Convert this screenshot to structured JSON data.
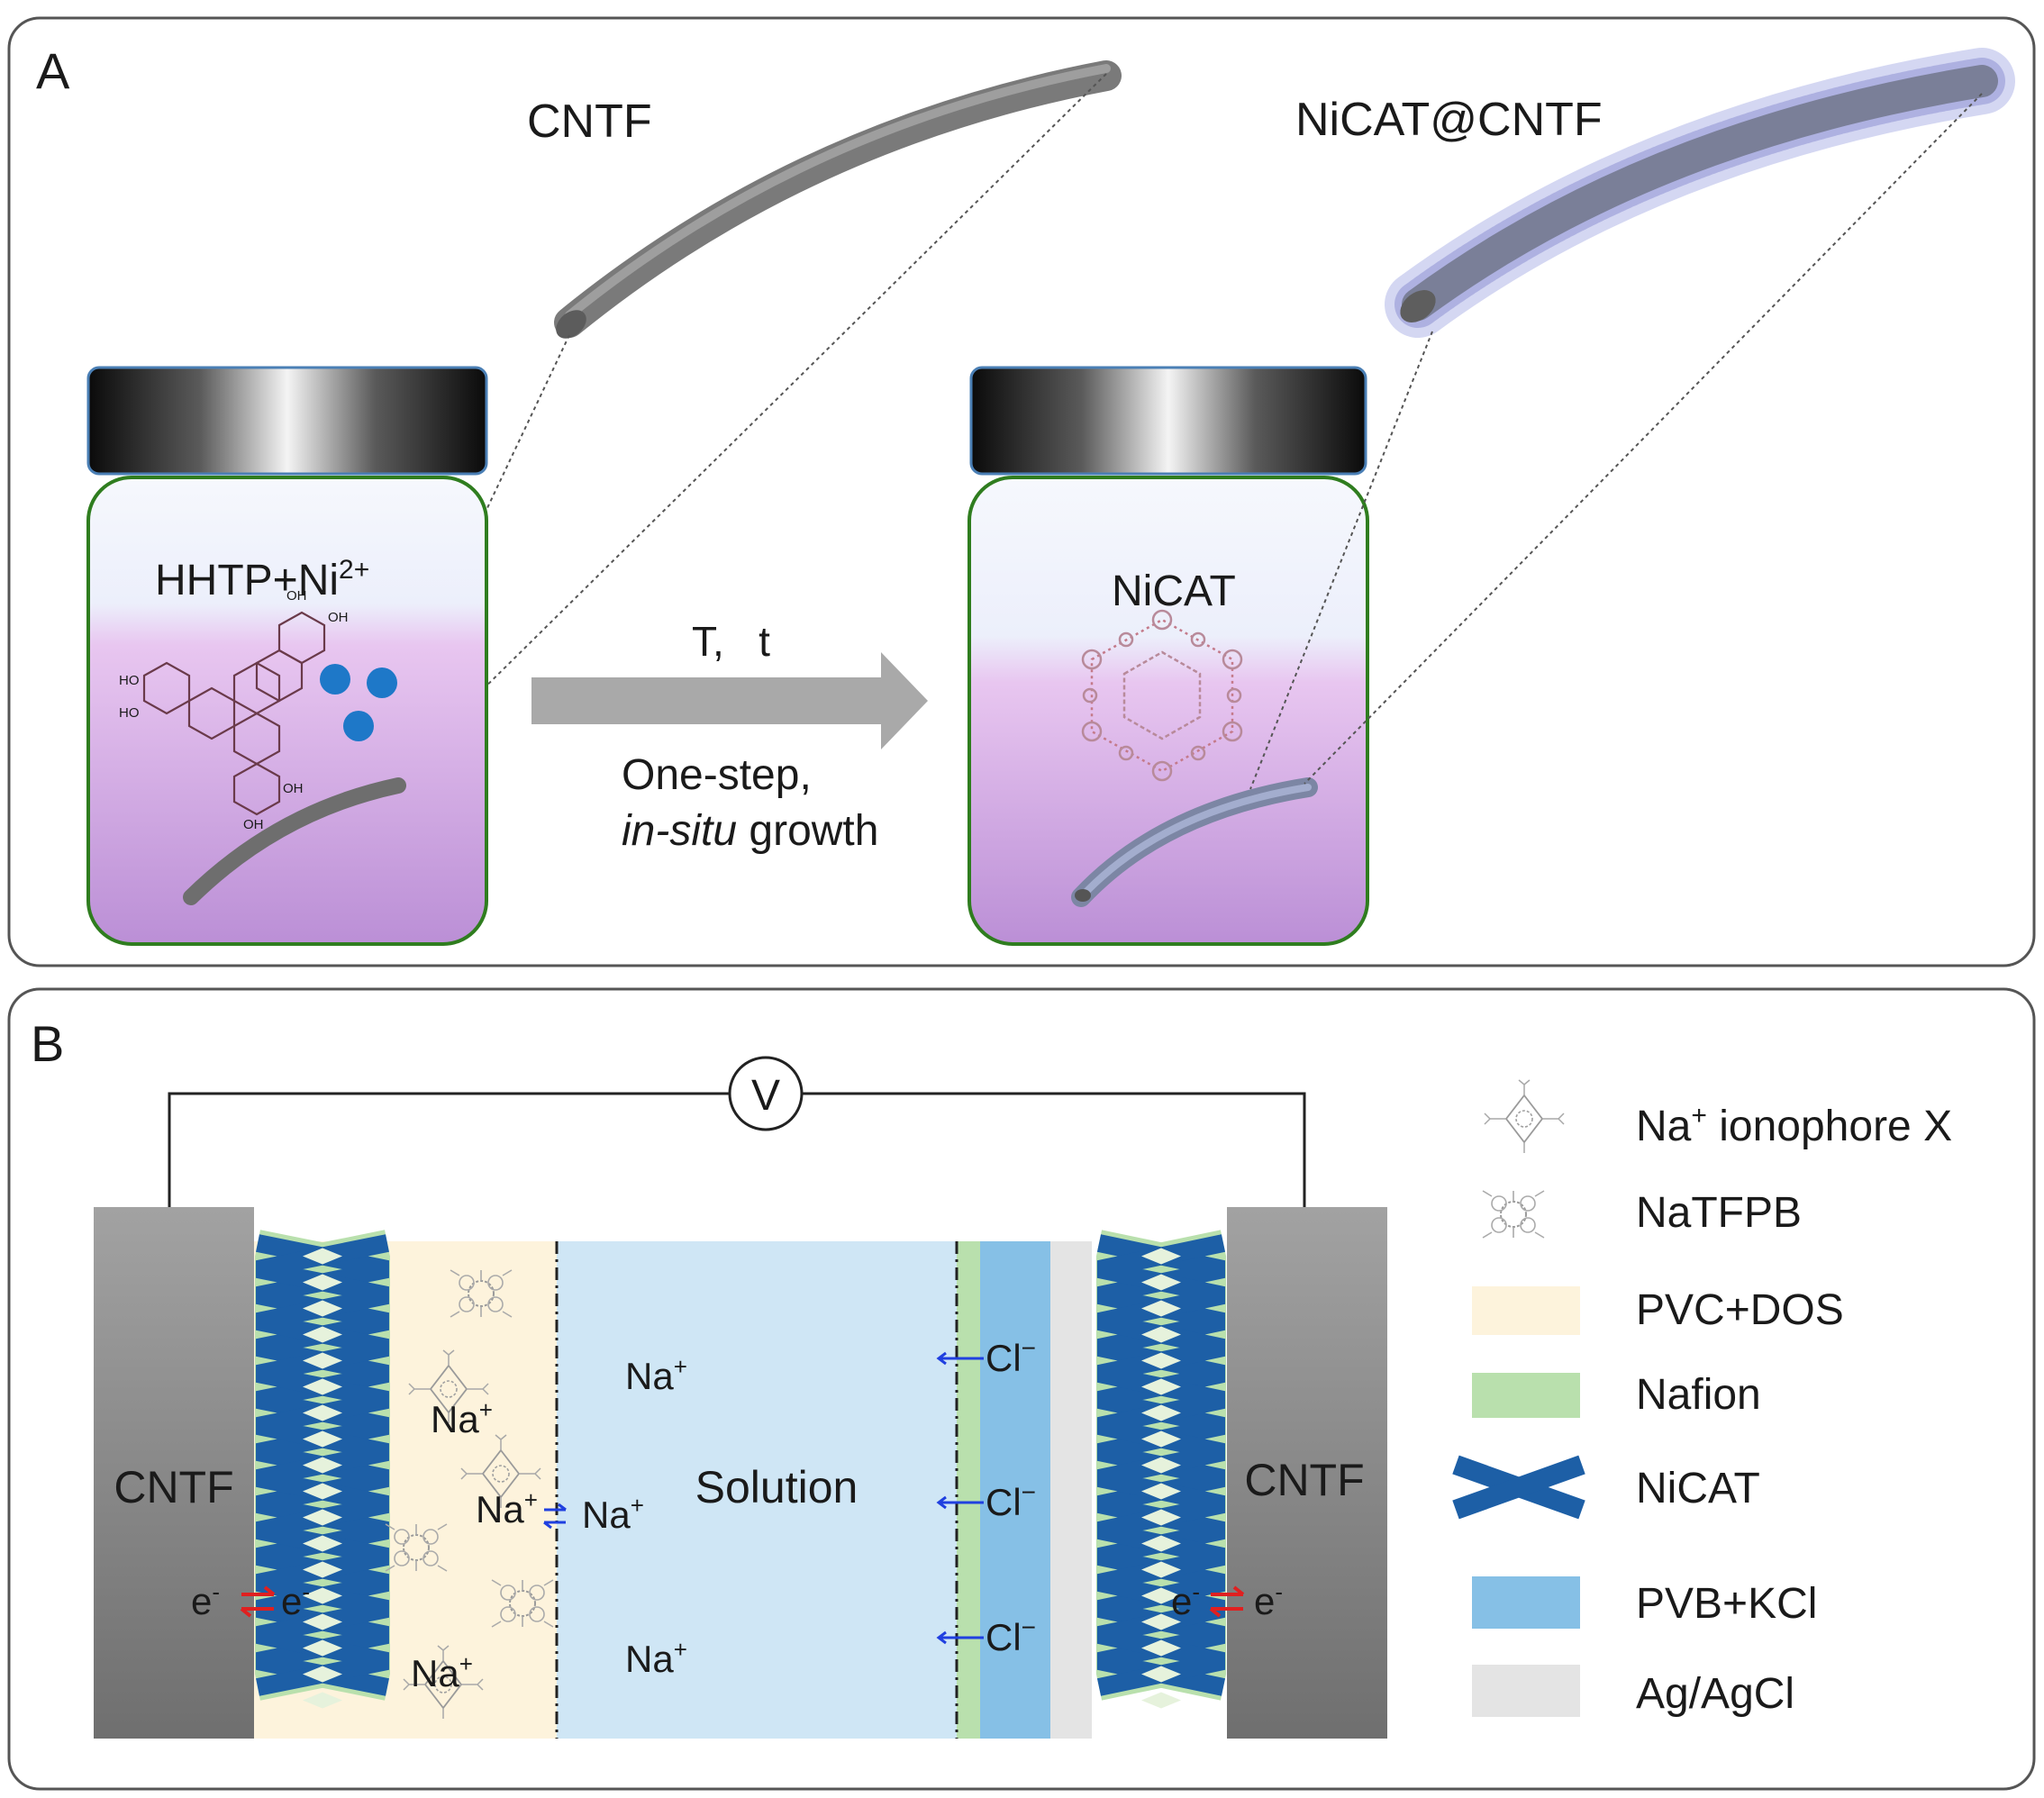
{
  "panel_a": {
    "letter": "A",
    "cntf_label": "CNTF",
    "nicat_cntf_label": "NiCAT@CNTF",
    "jar_left_label": "HHTP+Ni",
    "jar_left_sup": "2+",
    "jar_right_label": "NiCAT",
    "arrow_top": "T,   t",
    "arrow_bottom_1": "One-step,",
    "arrow_bottom_2_italic": "in-situ",
    "arrow_bottom_2_rest": " growth",
    "oh_label": "OH",
    "ho_label": "HO"
  },
  "panel_b": {
    "letter": "B",
    "voltmeter": "V",
    "left_electrode": "CNTF",
    "right_electrode": "CNTF",
    "solution": "Solution",
    "na": "Na",
    "plus": "+",
    "cl": "Cl",
    "minus": "−",
    "e": "e",
    "e_sup": "-"
  },
  "legend": [
    {
      "pre": "Na",
      "sup": "+",
      "post": " ionophore X",
      "swatch": "ionophore"
    },
    {
      "pre": "NaTFPB",
      "sup": "",
      "post": "",
      "swatch": "tfpb"
    },
    {
      "pre": "PVC+DOS",
      "sup": "",
      "post": "",
      "swatch": "#fdf3dc"
    },
    {
      "pre": "Nafion",
      "sup": "",
      "post": "",
      "swatch": "#b9e0ad"
    },
    {
      "pre": "NiCAT",
      "sup": "",
      "post": "",
      "swatch": "nicat"
    },
    {
      "pre": "PVB+KCl",
      "sup": "",
      "post": "",
      "swatch": "#86c0e6"
    },
    {
      "pre": "Ag/AgCl",
      "sup": "",
      "post": "",
      "swatch": "#e4e4e4"
    }
  ],
  "colors": {
    "frame": "#555555",
    "jar_border": "#2f7d1f",
    "liquid_top": "#eef2fb",
    "liquid_bottom": "#b98fd6",
    "arrow": "#a9a9a9",
    "solution": "#cfe6f5",
    "pvc_dos": "#fdf3dc",
    "nafion": "#b9e0ad",
    "pvb_kcl": "#86c0e6",
    "ag_agcl": "#e4e4e4",
    "nicat": "#1d5fa6",
    "ion_dot": "#1e78c8",
    "exchange_red": "#e02020",
    "exchange_blue": "#2040e0"
  }
}
